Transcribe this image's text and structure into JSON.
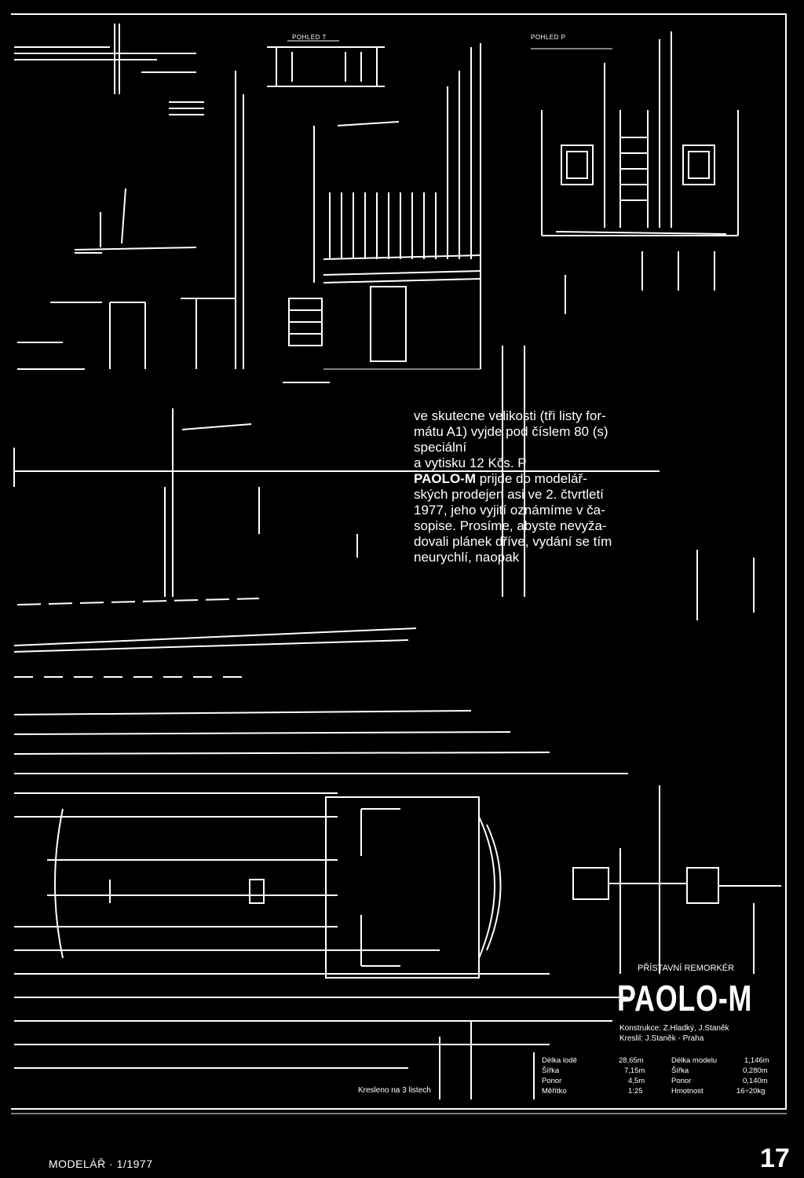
{
  "views": {
    "top_label": "POHLED T",
    "front_label": "POHLED P"
  },
  "notice": {
    "line1": "ve skutecne velikosti (tři listy for-",
    "line2": "mátu A1) vyjde pod číslem 80 (s)",
    "line3": "speciální",
    "line4": "a vytisku 12 Kčs. P",
    "line5_bold": "PAOLO-M",
    "line5_rest": " prijde do modelář-",
    "line6": "ských prodejen asi ve 2. čtvrtletí",
    "line7": "1977, jeho vyjití oznámíme v ča-",
    "line8": "sopise. Prosíme, abyste nevyža-",
    "line9": "dovali plánek dříve, vydání se tím",
    "line10": "neurychlí, naopak"
  },
  "title_block": {
    "subtitle": "PŘÍSTAVNÍ REMORKÉR",
    "title": "PAOLO-M",
    "construction": "Konstrukce: Z.Hladký, J.Staněk",
    "drawn_by": "Kreslil: J.Staněk - Praha",
    "drawn_on": "Kresleno na 3 listech"
  },
  "specs": [
    {
      "label": "Délka lodě",
      "value": "28,65m",
      "label2": "Délka modelu",
      "value2": "1,146m"
    },
    {
      "label": "Šířka",
      "value": "7,15m",
      "label2": "Šířka",
      "value2": "0,280m"
    },
    {
      "label": "Ponor",
      "value": "4,5m",
      "label2": "Ponor",
      "value2": "0,140m"
    },
    {
      "label": "Měřítko",
      "value": "1:25",
      "label2": "Hmotnost",
      "value2": "16÷20kg"
    }
  ],
  "footer": {
    "magazine": "MODELÁŘ · 1/1977",
    "page": "17"
  }
}
